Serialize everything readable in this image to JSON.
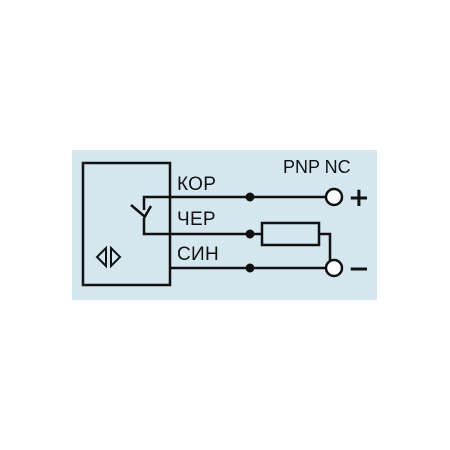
{
  "diagram": {
    "mode_label": "PNP NC",
    "wires": [
      {
        "label": "КОР"
      },
      {
        "label": "ЧЕР"
      },
      {
        "label": "СИН"
      }
    ],
    "plus_sign": "+",
    "minus_sign": "−",
    "colors": {
      "panel_background": "#d4e7ef",
      "stroke": "#111111",
      "page_background": "#ffffff"
    },
    "icons": [
      "sensor-body",
      "switch-contact",
      "inductive-sensor-symbol",
      "load-resistor",
      "terminal-node",
      "junction-dot"
    ]
  }
}
